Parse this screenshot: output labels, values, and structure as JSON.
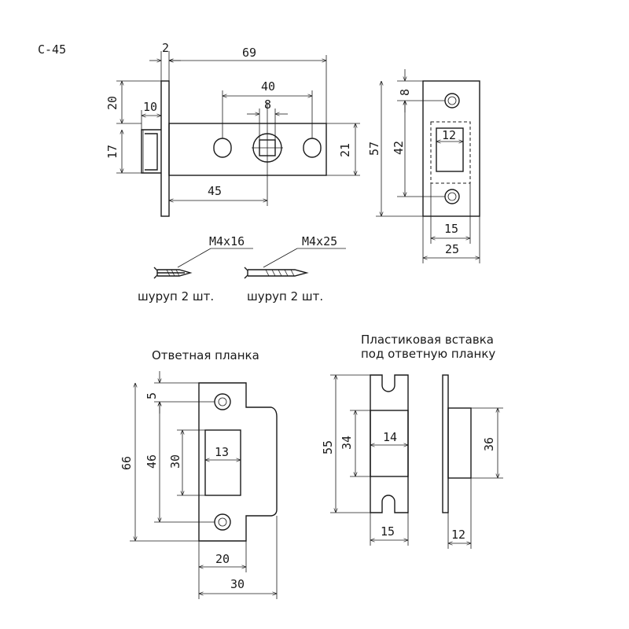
{
  "model": "C-45",
  "latch": {
    "dim_faceplate_thickness": "2",
    "dim_total_length": "69",
    "dim_hole_spacing": "40",
    "dim_spindle": "8",
    "dim_tongue_offset": "20",
    "dim_tongue_depth": "10",
    "dim_tongue_height": "17",
    "dim_backset": "45",
    "dim_body_height": "21"
  },
  "faceplate": {
    "dim_hole_offset": "8",
    "dim_hole_distance": "42",
    "dim_height": "57",
    "dim_window": "12",
    "dim_inner_width": "15",
    "dim_width": "25"
  },
  "screws": [
    {
      "spec": "M4x16",
      "caption": "шуруп 2 шт."
    },
    {
      "spec": "M4x25",
      "caption": "шуруп 2 шт."
    }
  ],
  "strike_plate": {
    "title": "Ответная планка",
    "dim_hole_offset": "5",
    "dim_height": "66",
    "dim_hole_distance": "46",
    "dim_window_height": "30",
    "dim_window_width": "13",
    "dim_inner_width": "20",
    "dim_width": "30"
  },
  "insert": {
    "title_line1": "Пластиковая вставка",
    "title_line2": "под ответную планку",
    "dim_height": "55",
    "dim_inner_height": "34",
    "dim_inner_width": "14",
    "dim_width": "15",
    "dim_side_height": "36",
    "dim_side_depth": "12"
  }
}
